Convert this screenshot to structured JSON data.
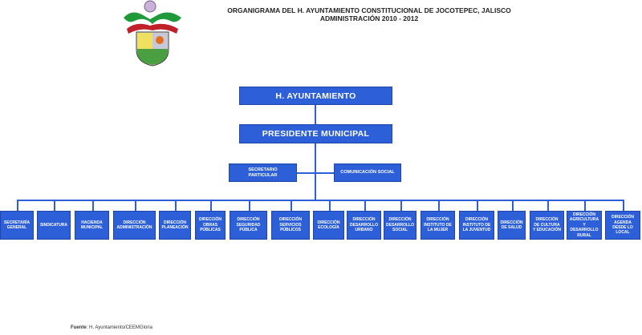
{
  "header": {
    "title_line1": "ORGANIGRAMA DEL H. AYUNTAMIENTO CONSTITUCIONAL DE JOCOTEPEC, JALISCO",
    "title_line2": "ADMINISTRACIÓN 2010 - 2012"
  },
  "logo": {
    "icon": "municipal-coat-of-arms"
  },
  "colors": {
    "box": "#2c5fd8",
    "line": "#2c5fd8"
  },
  "org": {
    "top": "H. AYUNTAMIENTO",
    "president": "PRESIDENTE MUNICIPAL",
    "staff": [
      "SECRETARIO\nPARTICULAR",
      "COMUNICACIÓN SOCIAL"
    ],
    "departments": [
      "SECRETARÍA\nGENERAL",
      "SINDICATURA",
      "HACIENDA\nMUNICIPAL",
      "DIRECCIÓN\nADMINISTRACIÓN",
      "DIRECCIÓN\nPLANEACIÓN",
      "DIRECCIÓN\nOBRAS\nPÚBLICAS",
      "DIRECCIÓN\nSEGURIDAD\nPÚBLICA",
      "DIRECCIÓN\nSERVICIOS\nPÚBLICOS",
      "DIRECCIÓN\nECOLOGÍA",
      "DIRECCIÓN\nDESARROLLO\nURBANO",
      "DIRECCIÓN\nDESARROLLO\nSOCIAL",
      "DIRECCIÓN\nINSTITUTO DE\nLA MUJER",
      "DIRECCIÓN\nINSTITUTO DE\nLA JUVENTUD",
      "DIRECCIÓN\nDE SALUD",
      "DIRECCIÓN\nDE CULTURA\nY EDUCACIÓN",
      "DIRECCIÓN\nAGRICULTURA\nY\nDESARROLLO\nRURAL",
      "DIRECCIÓN\nAGENDA\nDESDE LO\nLOCAL"
    ]
  },
  "footer": {
    "label": "Fuente",
    "text": ": H. Ayuntamiento/CEEMGloria"
  }
}
